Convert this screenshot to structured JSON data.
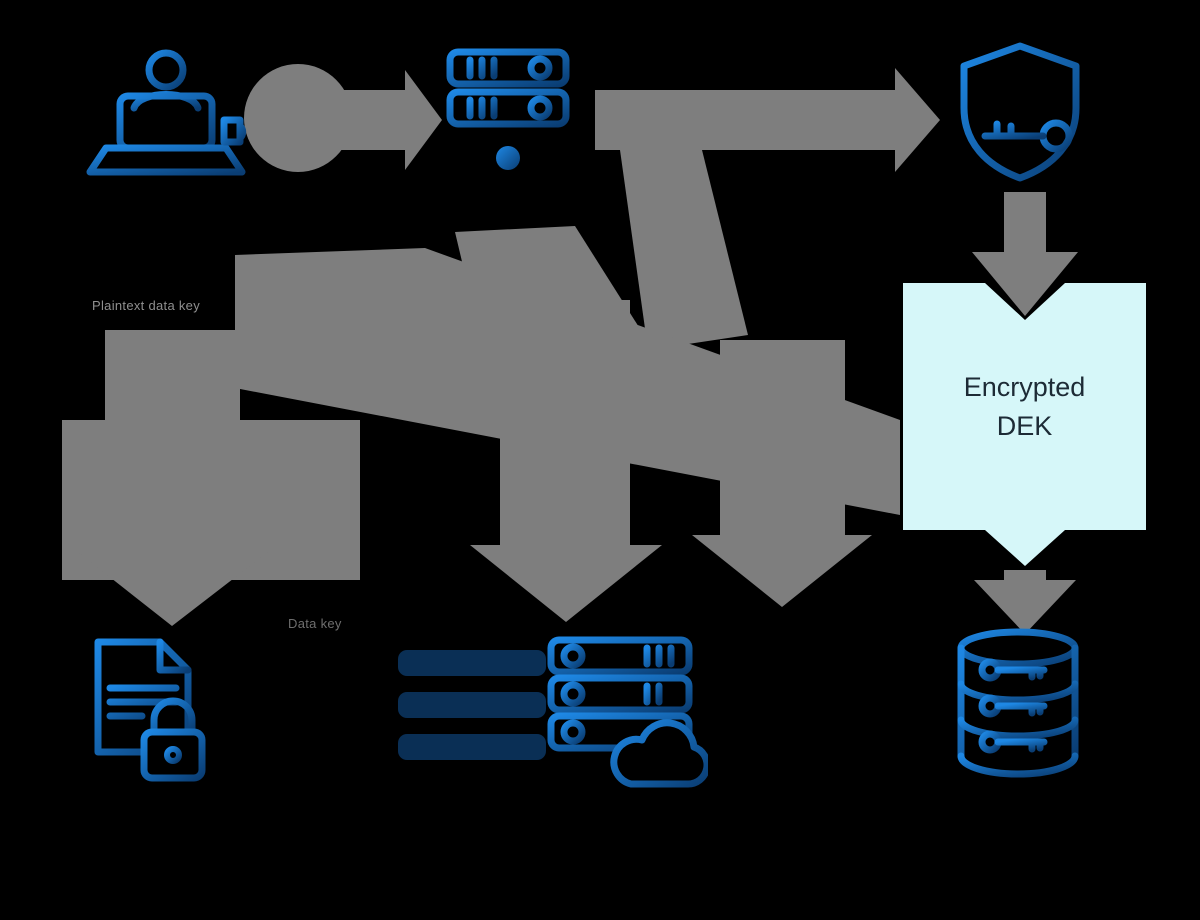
{
  "diagram": {
    "dek_box": {
      "line1": "Encrypted",
      "line2": "DEK"
    },
    "labels": {
      "plaintext_key": "Plaintext data key",
      "data_key": "Data key"
    },
    "nodes": [
      {
        "id": "user-app",
        "icon": "person-laptop-icon"
      },
      {
        "id": "app-server",
        "icon": "server-rack-icon"
      },
      {
        "id": "kms",
        "icon": "shield-key-icon"
      },
      {
        "id": "encrypted-file",
        "icon": "document-lock-icon"
      },
      {
        "id": "cloud-app-server",
        "icon": "server-cloud-icon"
      },
      {
        "id": "encrypted-database",
        "icon": "database-keys-icon"
      }
    ]
  },
  "colors": {
    "canvas-bg": "#000000",
    "arrow-gray": "#7e7e7e",
    "dek-bg": "#d6f7f9",
    "dek-text": "#1d2b36",
    "label-gray": "#8f8f8f",
    "icon-blue": "#1e88e5",
    "icon-blue-dark": "#0a3d73",
    "icon-navy": "#0a2f55"
  }
}
